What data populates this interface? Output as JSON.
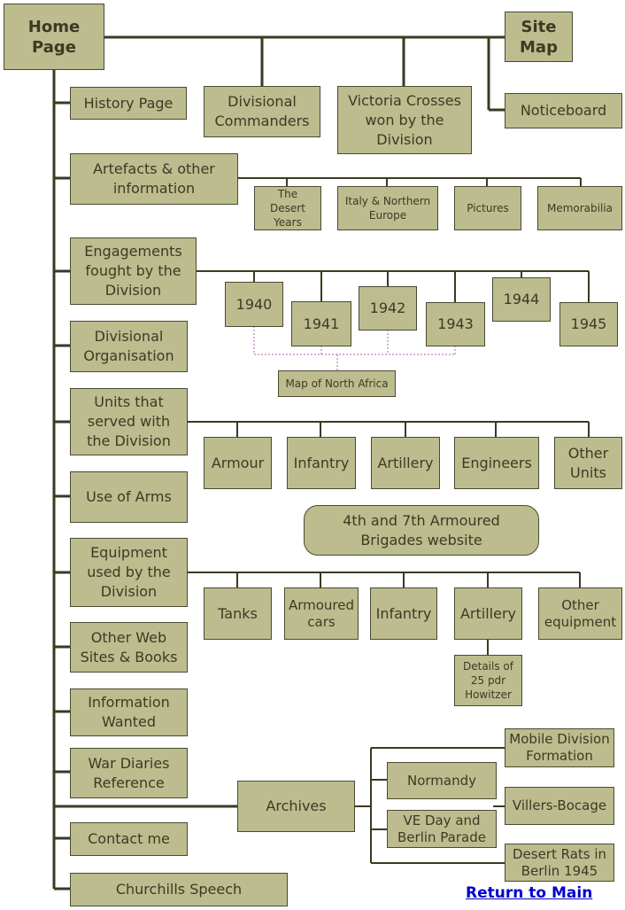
{
  "nodes": {
    "home": "Home\nPage",
    "site_map": "Site\nMap",
    "history": "History Page",
    "divisional_commanders": "Divisional\nCommanders",
    "victoria_crosses": "Victoria Crosses\nwon by the\nDivision",
    "noticeboard": "Noticeboard",
    "artefacts": "Artefacts & other\ninformation",
    "desert_years": "The Desert\nYears",
    "italy_europe": "Italy & Northern\nEurope",
    "pictures": "Pictures",
    "memorabilia": "Memorabilia",
    "engagements": "Engagements\nfought by the\nDivision",
    "y1940": "1940",
    "y1941": "1941",
    "y1942": "1942",
    "y1943": "1943",
    "y1944": "1944",
    "y1945": "1945",
    "map_north_africa": "Map of North Africa",
    "divisional_organisation": "Divisional\nOrganisation",
    "units": "Units that\nserved with\nthe Division",
    "armour": "Armour",
    "infantry_units": "Infantry",
    "artillery_units": "Artillery",
    "engineers": "Engineers",
    "other_units": "Other\nUnits",
    "armoured_brigades": "4th and 7th Armoured\nBrigades website",
    "use_of_arms": "Use of Arms",
    "equipment": "Equipment\nused by the\nDivision",
    "tanks": "Tanks",
    "armoured_cars": "Armoured\ncars",
    "infantry_equipment": "Infantry",
    "artillery_equipment": "Artillery",
    "other_equipment": "Other\nequipment",
    "details_25pdr": "Details of\n25 pdr\nHowitzer",
    "other_web_sites": "Other Web\nSites & Books",
    "information_wanted": "Information\nWanted",
    "war_diaries": "War Diaries\nReference",
    "archives": "Archives",
    "mobile_division": "Mobile Division\nFormation",
    "normandy": "Normandy",
    "villers_bocage": "Villers-Bocage",
    "ve_day": "VE Day and\nBerlin Parade",
    "desert_rats_berlin": "Desert Rats in\nBerlin 1945",
    "contact_me": "Contact me",
    "churchills_speech": "Churchills Speech"
  },
  "return_link": "Return to Main",
  "colors": {
    "box_fill": "#bcbc8e",
    "line": "#3a3a22",
    "dotted": "#b060b0",
    "link": "#0000cc"
  }
}
